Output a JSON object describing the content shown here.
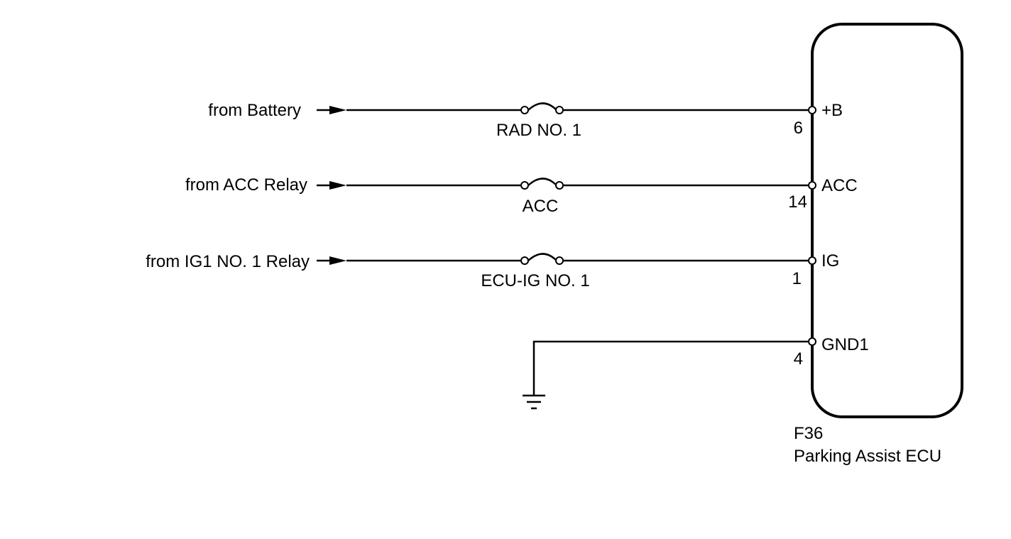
{
  "diagram": {
    "circuits": [
      {
        "source": "from Battery",
        "fuse": "RAD NO. 1",
        "pin_number": "6",
        "terminal": "+B"
      },
      {
        "source": "from ACC Relay",
        "fuse": "ACC",
        "pin_number": "14",
        "terminal": "ACC"
      },
      {
        "source": "from IG1 NO. 1 Relay",
        "fuse": "ECU-IG NO. 1",
        "pin_number": "1",
        "terminal": "IG"
      }
    ],
    "ground": {
      "pin_number": "4",
      "terminal": "GND1"
    },
    "ecu": {
      "connector": "F36",
      "name": "Parking Assist ECU"
    }
  }
}
